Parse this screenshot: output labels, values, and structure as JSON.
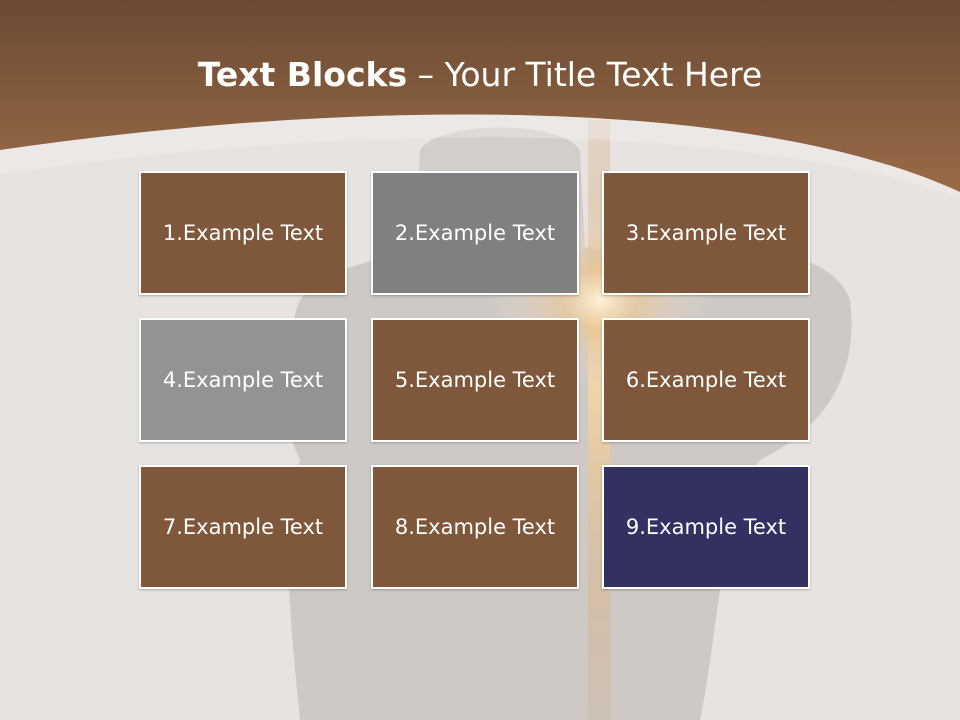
{
  "title": {
    "bold": "Text Blocks",
    "dash": " – ",
    "regular": "Your Title Text Here"
  },
  "colors": {
    "header_dark": "#6e4b33",
    "header_light": "#946846",
    "background": "#e6e3e0",
    "brown_block": "#7f573b",
    "dark_gray_block": "#808080",
    "light_gray_block": "#939393",
    "navy_block": "#333062"
  },
  "blocks": [
    {
      "text": "1.Example Text",
      "color": "#7f573b"
    },
    {
      "text": "2.Example Text",
      "color": "#808080"
    },
    {
      "text": "3.Example Text",
      "color": "#7f573b"
    },
    {
      "text": "4.Example Text",
      "color": "#939393"
    },
    {
      "text": "5.Example Text",
      "color": "#7f573b"
    },
    {
      "text": "6.Example Text",
      "color": "#7f573b"
    },
    {
      "text": "7.Example Text",
      "color": "#7f573b"
    },
    {
      "text": "8.Example Text",
      "color": "#7f573b"
    },
    {
      "text": "9.Example Text",
      "color": "#333062"
    }
  ]
}
